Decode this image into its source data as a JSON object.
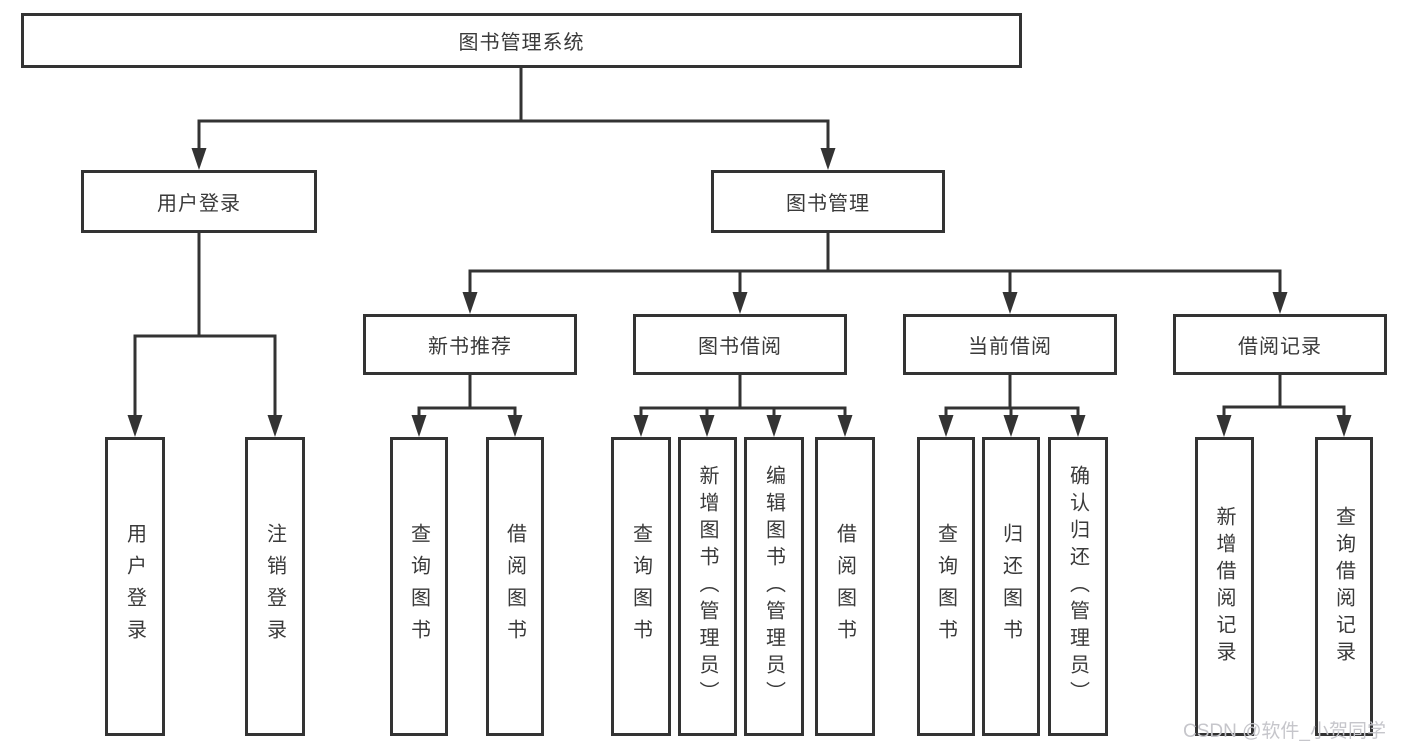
{
  "diagram": {
    "title_node": {
      "label": "图书管理系统"
    },
    "level2": [
      {
        "id": "user-login",
        "label": "用户登录"
      },
      {
        "id": "book-management",
        "label": "图书管理"
      }
    ],
    "level3": [
      {
        "id": "new-book-recommend",
        "label": "新书推荐"
      },
      {
        "id": "book-borrow",
        "label": "图书借阅"
      },
      {
        "id": "current-borrow",
        "label": "当前借阅"
      },
      {
        "id": "borrow-record",
        "label": "借阅记录"
      }
    ],
    "leaves": {
      "user_login": [
        "用户登录",
        "注销登录"
      ],
      "new_book": [
        "查询图书",
        "借阅图书"
      ],
      "book_borrow": [
        "查询图书",
        "新增图书（管理员）",
        "编辑图书（管理员）",
        "借阅图书"
      ],
      "current_borrow": [
        "查询图书",
        "归还图书",
        "确认归还（管理员）"
      ],
      "borrow_record": [
        "新增借阅记录",
        "查询借阅记录"
      ]
    },
    "colors": {
      "line": "#333333",
      "text": "#3a3a3a",
      "watermark": "#c6c6cb"
    }
  },
  "watermark": {
    "text": "CSDN @软件_小贺同学"
  }
}
